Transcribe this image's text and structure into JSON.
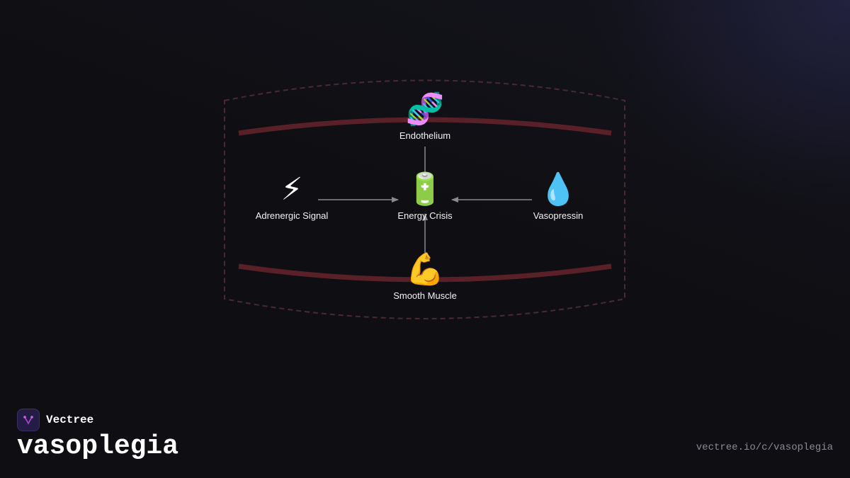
{
  "nodes": {
    "endothelium": {
      "label": "Endothelium",
      "icon": "🧬",
      "icon_name": "dna-icon"
    },
    "adrenergic": {
      "label": "Adrenergic Signal",
      "icon": "⚡",
      "icon_name": "lightning-icon"
    },
    "energy": {
      "label": "Energy Crisis",
      "icon": "🔋",
      "icon_name": "battery-icon"
    },
    "vasopressin": {
      "label": "Vasopressin",
      "icon": "💧",
      "icon_name": "droplet-icon"
    },
    "smooth_muscle": {
      "label": "Smooth Muscle",
      "icon": "💪",
      "icon_name": "flexed-biceps-icon"
    }
  },
  "edges": [
    {
      "from": "endothelium",
      "to": "energy"
    },
    {
      "from": "adrenergic",
      "to": "energy"
    },
    {
      "from": "vasopressin",
      "to": "energy"
    },
    {
      "from": "smooth_muscle",
      "to": "energy"
    }
  ],
  "colors": {
    "background": "#0f0f13",
    "vessel_wall": "#5a2028",
    "vessel_outline": "#4a2a30",
    "arrow": "#8a8a8a",
    "brand_accent": "#b04ad8"
  },
  "brand": {
    "name": "Vectree",
    "icon_name": "vectree-logo-icon"
  },
  "page": {
    "title": "vasoplegia",
    "url": "vectree.io/c/vasoplegia"
  }
}
